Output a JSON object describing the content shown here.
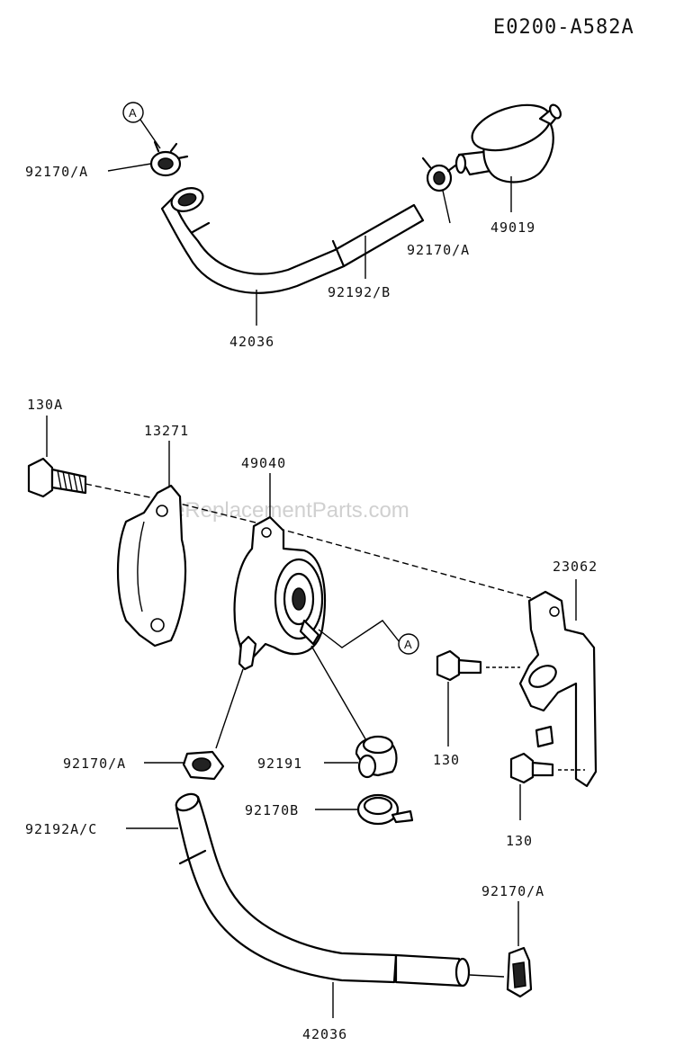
{
  "diagram_code": "E0200-A582A",
  "watermark": "eReplacementParts.com",
  "callout_symbol": "A",
  "labels": {
    "clamp_a_top": "92170/A",
    "clamp_a_mid": "92170/A",
    "filter": "49019",
    "hose_b": "92192/B",
    "hose_top": "42036",
    "bolt_130a": "130A",
    "bracket_13271": "13271",
    "pump": "49040",
    "bracket_23062": "23062",
    "bolt_130_upper": "130",
    "bolt_130_lower": "130",
    "clamp_a_pump": "92170/A",
    "elbow": "92191",
    "clamp_b": "92170B",
    "hose_ac": "92192A/C",
    "clamp_a_bottom": "92170/A",
    "hose_bottom": "42036"
  }
}
